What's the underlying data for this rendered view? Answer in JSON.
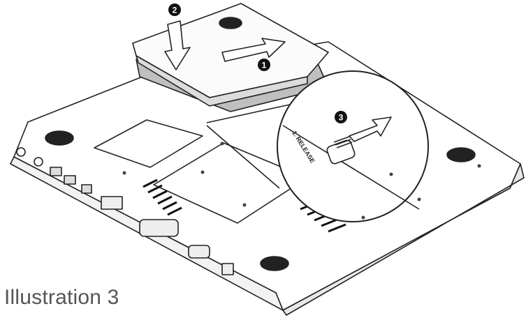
{
  "illustration": {
    "step_markers": [
      "1",
      "2",
      "3"
    ],
    "release_label": "1. RELEASE"
  },
  "caption": "Illustration 3"
}
